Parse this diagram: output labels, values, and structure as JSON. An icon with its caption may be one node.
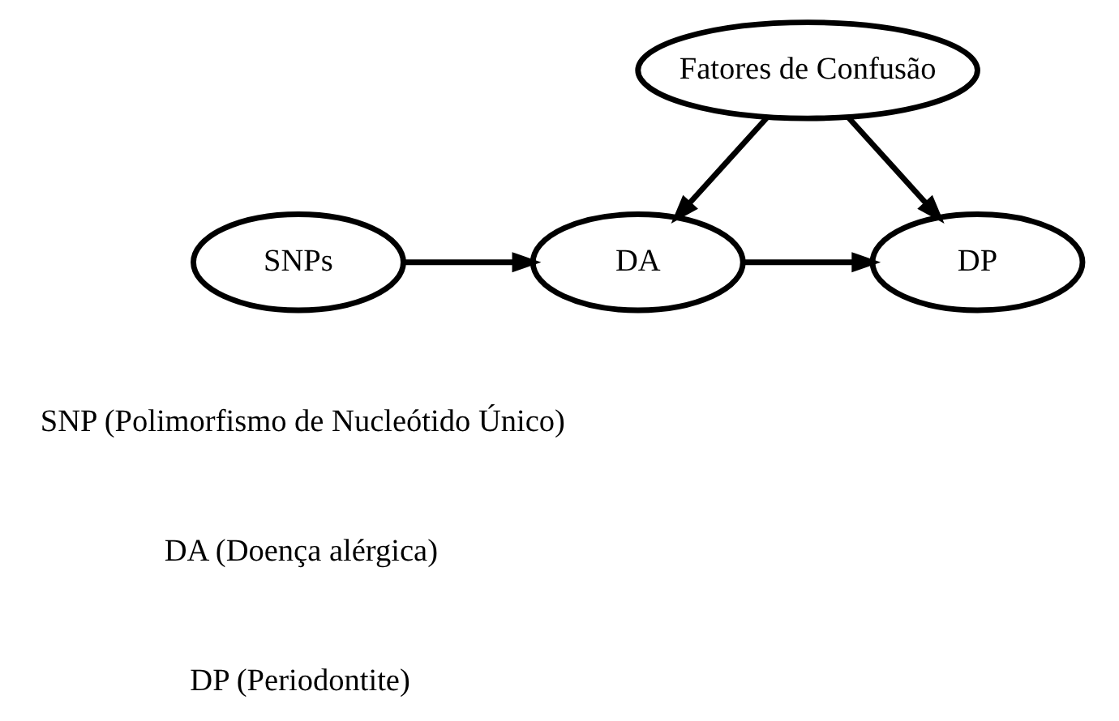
{
  "diagram": {
    "nodes": [
      {
        "text": [
          "Fatores de Confusão"
        ]
      },
      {
        "text": [
          "SNPs"
        ]
      },
      {
        "text": [
          "DA"
        ]
      },
      {
        "text": [
          "DP"
        ]
      }
    ],
    "edges": [
      {
        "from": 0,
        "to": 2,
        "arrow": "to"
      },
      {
        "from": 0,
        "to": 3,
        "arrow": "to"
      },
      {
        "from": 1,
        "to": 2,
        "arrow": "to"
      },
      {
        "from": 2,
        "to": 3,
        "arrow": "to"
      }
    ],
    "labels": [
      "SNP (Polimorfismo de Nucleótido Único)",
      "DA (Doença alérgica)",
      "DP (Periodontite)"
    ]
  }
}
